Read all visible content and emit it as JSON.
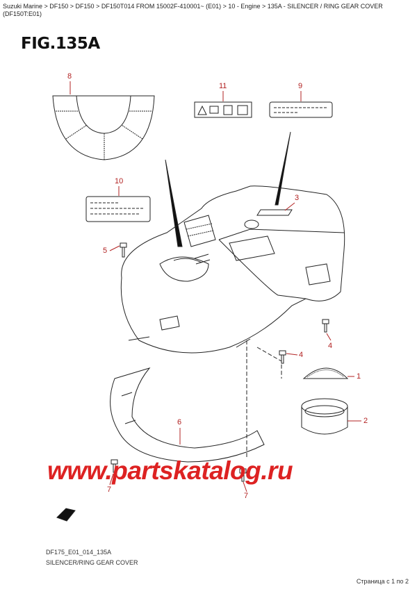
{
  "breadcrumb": "Suzuki Marine > DF150 > DF150 > DF150T014 FROM 15002F-410001~ (E01) > 10 - Engine > 135A - SILENCER / RING GEAR COVER (DF150T:E01)",
  "figure_title": "FIG.135A",
  "callouts": [
    "8",
    "11",
    "9",
    "10",
    "3",
    "5",
    "4",
    "4",
    "1",
    "2",
    "6",
    "7",
    "7"
  ],
  "watermark": "www.partskatalog.ru",
  "diagram_code": "DF175_E01_014_135A",
  "caption": "SILENCER/RING GEAR COVER",
  "pagination": "Страница с 1 по 2",
  "colors": {
    "callout": "#b22222",
    "watermark": "#dd2222",
    "line": "#222222"
  }
}
